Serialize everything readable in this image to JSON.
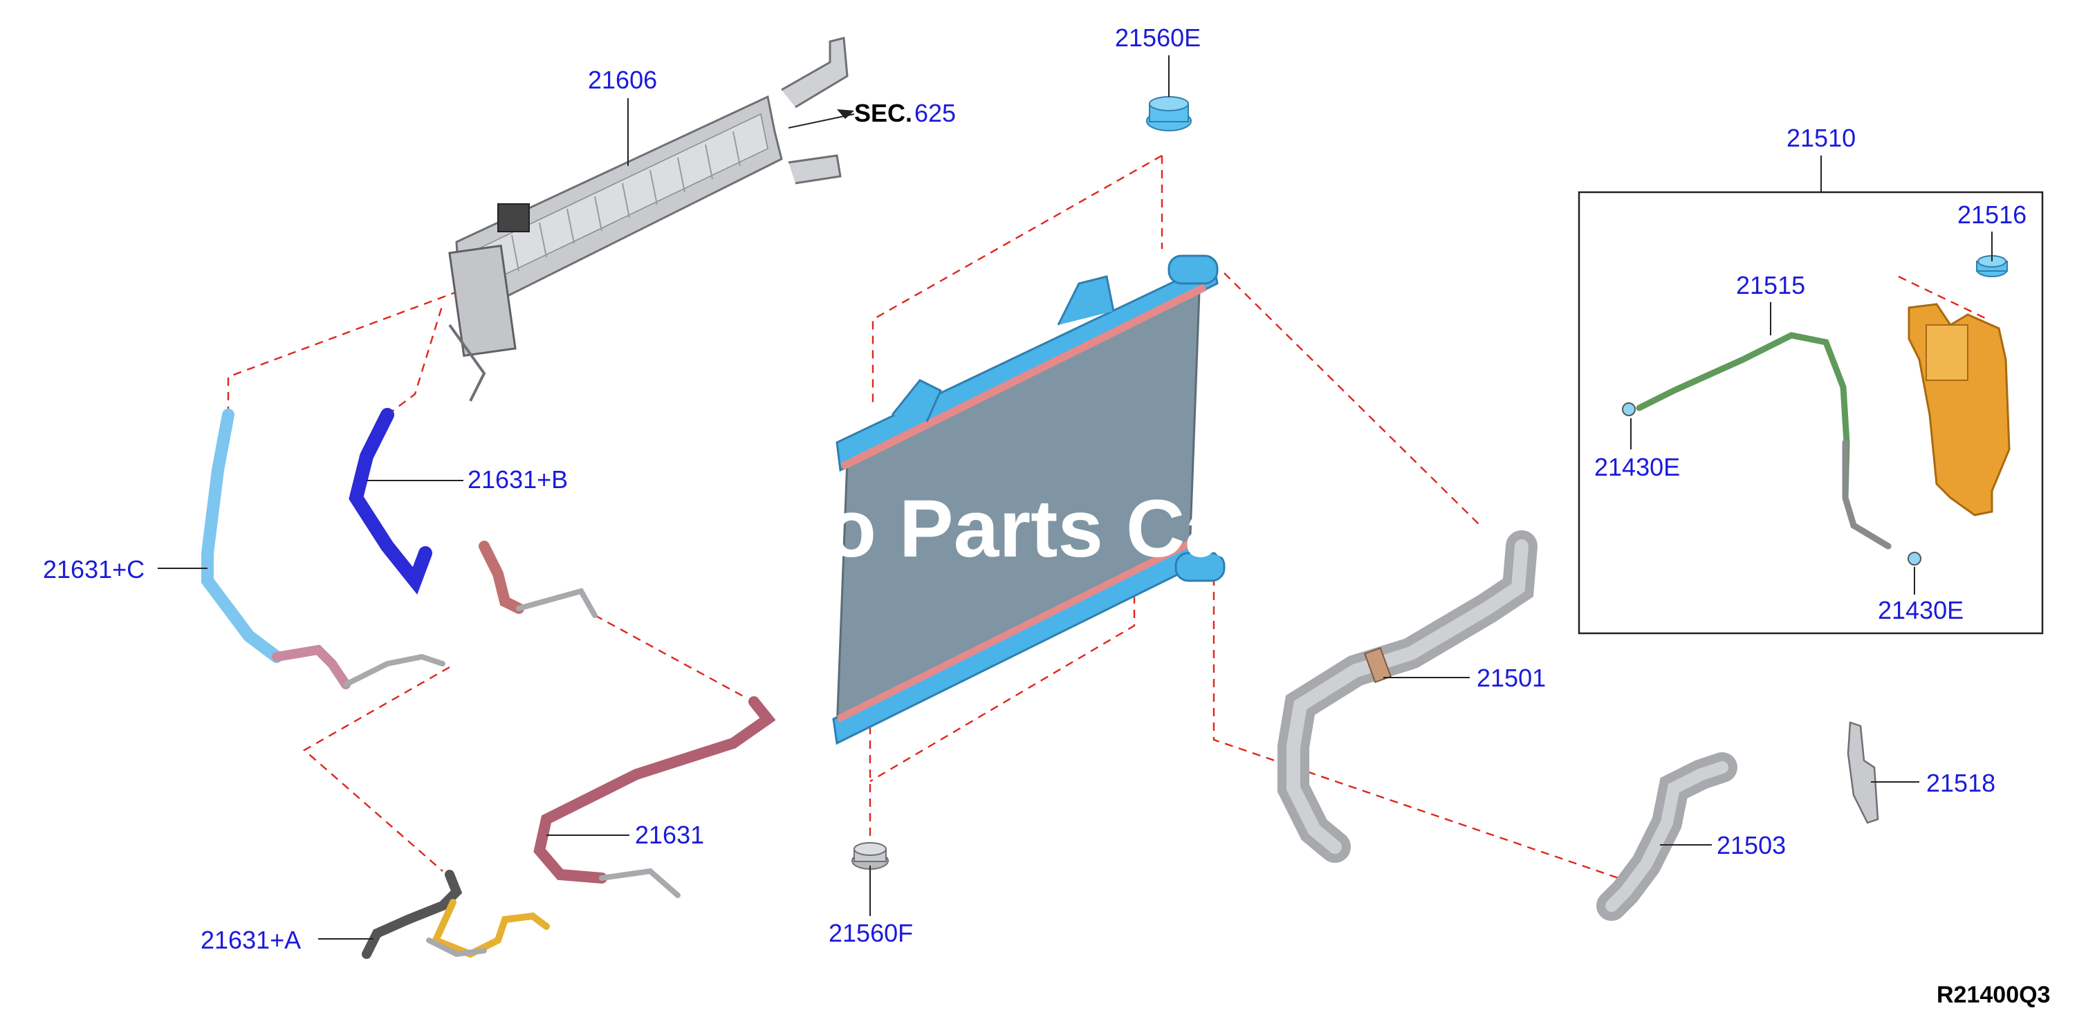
{
  "labels": {
    "l21606": "21606",
    "l21560e": "21560E",
    "sec_prefix": "SEC.",
    "sec_num": "625",
    "l21510": "21510",
    "l21516": "21516",
    "l21515": "21515",
    "l21430e_a": "21430E",
    "l21430e_b": "21430E",
    "l21631b": "21631+B",
    "l21631c": "21631+C",
    "l21631": "21631",
    "l21631a": "21631+A",
    "l21560f": "21560F",
    "l21501": "21501",
    "l21503": "21503",
    "l21518": "21518",
    "diagram_code": "R21400Q3"
  },
  "watermark": "o Parts Ca",
  "colors": {
    "label": "#1a1adb",
    "leader": "#222222",
    "dashed": "#e0261c",
    "radiator_core": "#7f95a3",
    "radiator_tank": "#4ab3e8",
    "reservoir": "#e9a030",
    "hose_blue": "#2b2bd8",
    "hose_light_blue": "#7cc6ef",
    "hose_red": "#b06070",
    "hose_gray": "#a8a9ad",
    "hose_green": "#5f9a5b",
    "hose_yellow": "#e6b030"
  }
}
